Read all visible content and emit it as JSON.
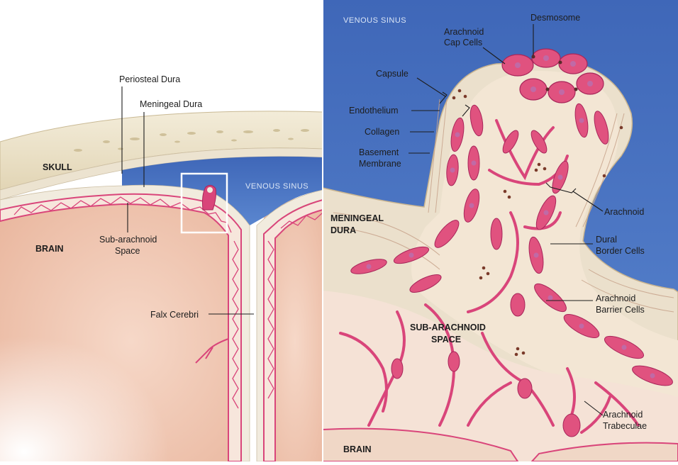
{
  "left_panel": {
    "labels": {
      "skull": "SKULL",
      "brain": "BRAIN",
      "venous_sinus": "VENOUS SINUS",
      "periosteal_dura": "Periosteal Dura",
      "meningeal_dura": "Meningeal Dura",
      "subarachnoid_line1": "Sub-arachnoid",
      "subarachnoid_line2": "Space",
      "falx_cerebri": "Falx Cerebri"
    }
  },
  "right_panel": {
    "labels": {
      "venous_sinus": "VENOUS SINUS",
      "arachnoid_cap_line1": "Arachnoid",
      "arachnoid_cap_line2": "Cap Cells",
      "desmosome": "Desmosome",
      "capsule": "Capsule",
      "endothelium": "Endothelium",
      "collagen": "Collagen",
      "basement_line1": "Basement",
      "basement_line2": "Membrane",
      "meningeal_line1": "MENINGEAL",
      "meningeal_line2": "DURA",
      "arachnoid": "Arachnoid",
      "dural_border_line1": "Dural",
      "dural_border_line2": "Border Cells",
      "arachnoid_barrier_line1": "Arachnoid",
      "arachnoid_barrier_line2": "Barrier Cells",
      "subarachnoid_line1": "SUB-ARACHNOID",
      "subarachnoid_line2": "SPACE",
      "trabeculae_line1": "Arachnoid",
      "trabeculae_line2": "Trabeculae",
      "brain": "BRAIN"
    }
  },
  "colors": {
    "sinus_blue": "#4a74c2",
    "cell_pink": "#d9457a",
    "dura_cream": "#ede4d2",
    "brain_peach": "#f2c9b4",
    "skull_bone": "#e9dfc4"
  }
}
